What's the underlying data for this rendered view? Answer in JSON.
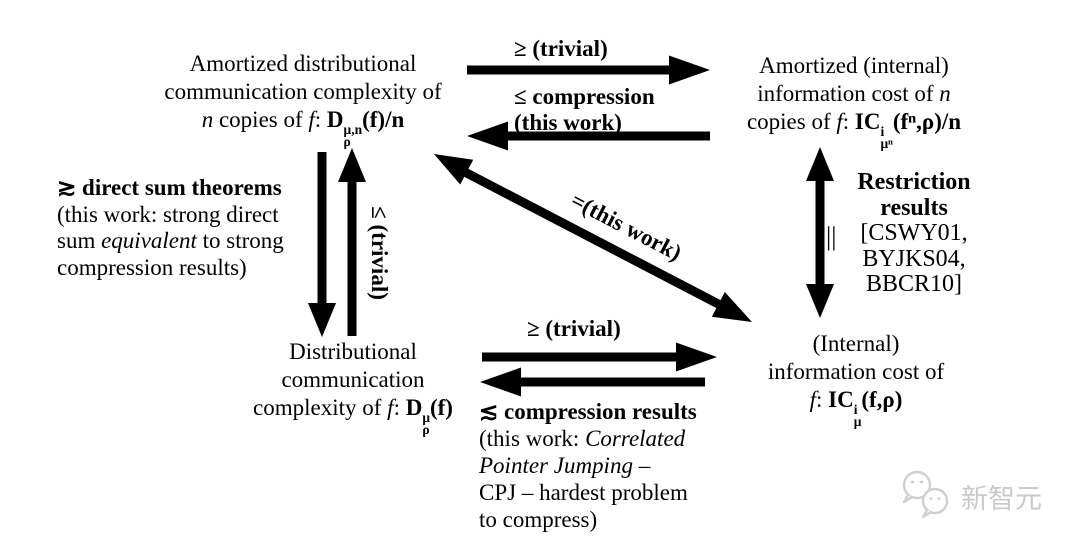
{
  "colors": {
    "background": "#ffffff",
    "ink": "#000000",
    "watermark": "#c9c9c9"
  },
  "nodes": {
    "top_left": {
      "line1": "Amortized distributional",
      "line2": "communication complexity of",
      "line3_var": "n",
      "line3_mid": " copies of ",
      "line3_f": "f",
      "line3_colon": ": ",
      "formula": {
        "base": "D",
        "sup": "μ,n",
        "sub": "ρ",
        "post": "(f)/n"
      }
    },
    "top_right": {
      "line1": "Amortized (internal)",
      "line2_pre": "information cost of ",
      "line2_var": "n",
      "line3_mid": "copies of ",
      "line3_f": "f",
      "line3_colon": ": ",
      "formula": {
        "base": "IC",
        "sup": "i",
        "sub": "μⁿ",
        "post": "(fⁿ,ρ)/n"
      }
    },
    "bottom_left": {
      "line1": "Distributional",
      "line2": "communication",
      "line3_mid": "complexity of ",
      "line3_f": "f",
      "line3_colon": ": ",
      "formula": {
        "base": "D",
        "sup": "μ",
        "sub": "ρ",
        "post": "(f)"
      }
    },
    "bottom_right": {
      "line1": "(Internal)",
      "line2": "information cost of",
      "line3_f": "f",
      "line3_colon": ": ",
      "formula": {
        "base": "IC",
        "sup": "i",
        "sub": "μ",
        "post": "(f,ρ)"
      }
    }
  },
  "edges": {
    "top_forward_label": "≥ (trivial)",
    "top_backward_line1": "≤ compression",
    "top_backward_line2": "(this work)",
    "left_line1": "≳ direct sum theorems",
    "left_line2": "(this work: strong direct",
    "left_line3_pre": "sum ",
    "left_line3_em": "equivalent",
    "left_line3_post": " to strong",
    "left_line4": "compression results)",
    "left_up_rotated_label": "≤ (trivial)",
    "restriction_line1": "Restriction",
    "restriction_line2": "results",
    "restriction_line3": "[CSWY01,",
    "restriction_line4": "BYJKS04,",
    "restriction_line5": "BBCR10]",
    "parallel_symbol": "||",
    "diagonal_label": "=(this work)",
    "bottom_forward_label": "≥ (trivial)",
    "bottom_backward_line1": "≲ compression results",
    "bottom_backward_line2_pre": "(this work: ",
    "bottom_backward_line2_em": "Correlated",
    "bottom_backward_line3_em": "Pointer Jumping",
    "bottom_backward_line3_post": " –",
    "bottom_backward_line4": "CPJ – hardest problem",
    "bottom_backward_line5": "to compress)"
  },
  "watermark": {
    "text": "新智元"
  }
}
